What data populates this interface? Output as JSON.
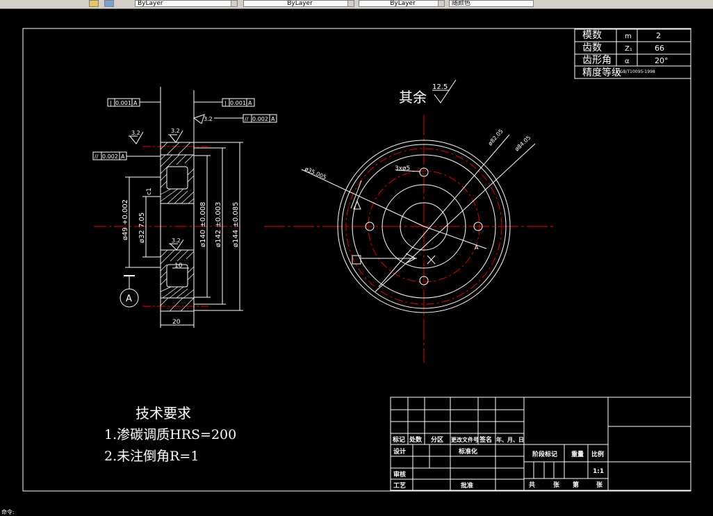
{
  "toolbar": {
    "layer_field": "ByLayer",
    "linetype_field": "ByLayer",
    "lineweight_field": "ByLayer",
    "color_field": "随颜色"
  },
  "gear_table": {
    "rows": [
      {
        "name": "模数",
        "symbol": "m",
        "value": "2"
      },
      {
        "name": "齿数",
        "symbol": "Z₁",
        "value": "66"
      },
      {
        "name": "齿形角",
        "symbol": "α",
        "value": "20°"
      },
      {
        "name": "精度等级",
        "symbol": "8 GB/T10095-1998",
        "value": ""
      }
    ]
  },
  "roughness_note": {
    "label": "其余",
    "value": "12.5"
  },
  "section_view": {
    "tolerance_1": "0.001",
    "datum_1": "A",
    "tolerance_2": "0.001",
    "datum_2": "A",
    "tolerance_3": "0.002",
    "datum_3": "A",
    "tolerance_4": "0.002",
    "datum_4": "A",
    "roughness_a": "3.2",
    "roughness_b": "3.2",
    "roughness_c": "3.2",
    "roughness_d": "3.2",
    "dim_width": "20",
    "dim_10": "10",
    "dim_c1": "c1",
    "dia_1": "ø32 7.05",
    "dia_2": "ø49 +0.002",
    "dia_3": "ø140 ±0.008",
    "dia_4": "ø142 ±0.003",
    "dia_5": "ø144 ±0.085",
    "datum_label": "A"
  },
  "front_view": {
    "holes_label": "3xø5",
    "dim_1": "ø35.005",
    "dim_2": "ø82.05",
    "dim_3": "ø84.05",
    "datum_label": "A"
  },
  "tech_requirements": {
    "title": "技术要求",
    "item_1": "1.渗碳调质HRS=200",
    "item_2": "2.未注倒角R=1"
  },
  "title_block": {
    "h_mark": "标记",
    "h_count": "处数",
    "h_zone": "分区",
    "h_doc": "更改文件号",
    "h_sign": "签名",
    "h_date": "年、月、日",
    "design": "设计",
    "standard": "标准化",
    "stage": "阶段标记",
    "weight": "重量",
    "scale": "比例",
    "scale_value": "1:1",
    "review": "审核",
    "process": "工艺",
    "approve": "批准",
    "total": "共",
    "sheet": "张",
    "page": "第",
    "sheet2": "张"
  },
  "statusbar": {
    "text": "命令:"
  }
}
